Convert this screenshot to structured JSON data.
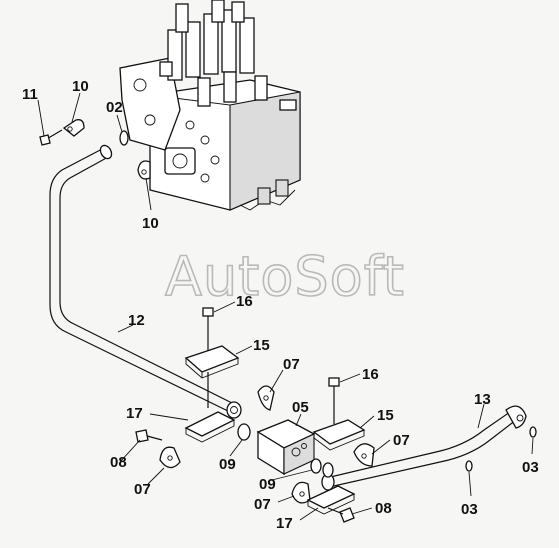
{
  "watermark": "AutoSoft",
  "callouts": {
    "c11": "11",
    "c10a": "10",
    "c02": "02",
    "c10b": "10",
    "c12": "12",
    "c16a": "16",
    "c15a": "15",
    "c07a": "07",
    "c17a": "17",
    "c05": "05",
    "c08a": "08",
    "c09a": "09",
    "c07b": "07",
    "c16b": "16",
    "c15b": "15",
    "c07c": "07",
    "c13": "13",
    "c09b": "09",
    "c07d": "07",
    "c08b": "08",
    "c17b": "17",
    "c03a": "03",
    "c03b": "03"
  }
}
